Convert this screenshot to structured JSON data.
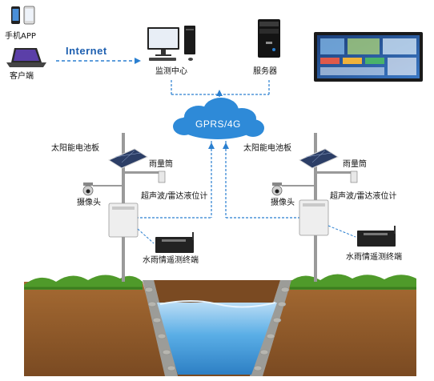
{
  "network": {
    "internet_label": "Internet",
    "cloud_label": "GPRS/4G"
  },
  "clients": {
    "mobile_app": "手机APP",
    "client": "客户端"
  },
  "center": {
    "monitoring_center": "监测中心",
    "server": "服务器"
  },
  "station_left": {
    "solar_panel": "太阳能电池板",
    "rain_gauge": "雨量筒",
    "camera": "摄像头",
    "level_meter": "超声波/雷达液位计",
    "terminal": "水雨情遥测终端"
  },
  "station_right": {
    "solar_panel": "太阳能电池板",
    "rain_gauge": "雨量筒",
    "camera": "摄像头",
    "level_meter": "超声波/雷达液位计",
    "terminal": "水雨情遥测终端"
  },
  "colors": {
    "link": "#2a7fd0",
    "cloud": "#2e8ad8",
    "soil": "#8a5a2b",
    "grass": "#4f9a2a",
    "water": "#4aa3e0"
  }
}
